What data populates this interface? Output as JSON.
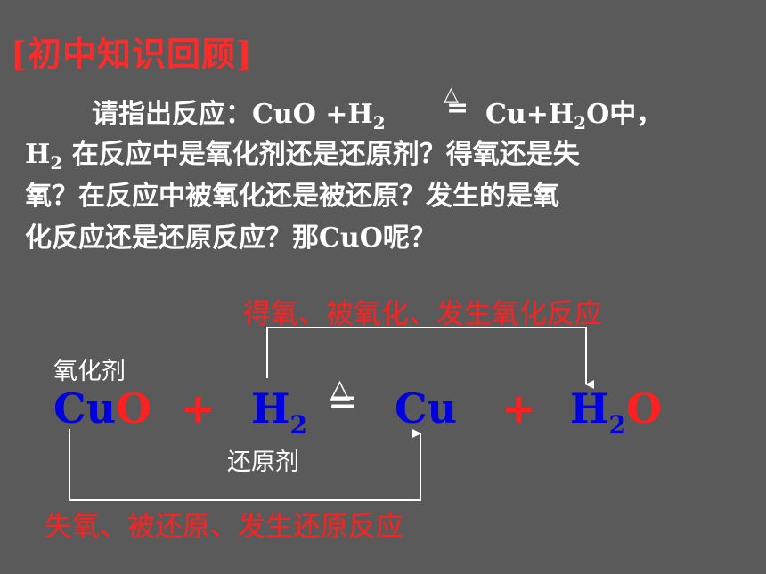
{
  "title": "[初中知识回顾]",
  "question": {
    "line1_prefix": "请指出反应：CuO +H",
    "line1_h_sub": "2",
    "line1_product_a": "Cu+H",
    "line1_product_sub": "2",
    "line1_product_b": "O中，",
    "line2_h": "H",
    "line2_h_sub": "2",
    "line2_text": " 在反应中是氧化剂还是还原剂？得氧还是失",
    "line3": "氧？在反应中被氧化还是被还原？发生的是氧",
    "line4": "化反应还是还原反应？那CuO呢？"
  },
  "condition_symbol": "△",
  "equals_symbol": "=",
  "diagram": {
    "top_label": "得氧、被氧化、发生氧化反应",
    "bottom_label": "失氧、被还原、发生还原反应",
    "oxidizer_label": "氧化剂",
    "reducer_label": "还原剂",
    "cuo_cu": "Cu",
    "cuo_o": "O",
    "plus": "+",
    "h2_h": "H",
    "h2_sub": "2",
    "cu": "Cu",
    "h2o_h": "H",
    "h2o_sub": "2",
    "h2o_o": "O"
  },
  "colors": {
    "background": "#5a5a5a",
    "title": "#ff2a2a",
    "label_red": "#ff2020",
    "formula_blue": "#0000e0",
    "text_white": "#ffffff"
  }
}
